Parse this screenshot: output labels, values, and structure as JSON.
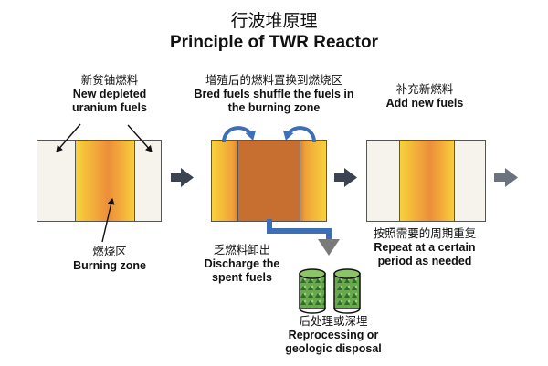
{
  "title": {
    "zh": "行波堆原理",
    "en": "Principle of TWR Reactor"
  },
  "steps": [
    {
      "zh": "新贫铀燃料",
      "en_lines": [
        "New depleted",
        "uranium fuels"
      ]
    },
    {
      "zh": "燃烧区",
      "en_lines": [
        "Burning zone"
      ]
    },
    {
      "zh": "增殖后的燃料置换到燃烧区",
      "en_lines": [
        "Bred fuels shuffle the fuels in",
        "the burning zone"
      ]
    },
    {
      "zh": "乏燃料卸出",
      "en_lines": [
        "Discharge the",
        "spent fuels"
      ]
    },
    {
      "zh": "后处理或深埋",
      "en_lines": [
        "Reprocessing or",
        "geologic disposal"
      ]
    },
    {
      "zh": "补充新燃料",
      "en_lines": [
        "Add new fuels"
      ]
    },
    {
      "zh": "按照需要的周期重复",
      "en_lines": [
        "Repeat at a certain",
        "period as needed"
      ]
    }
  ],
  "colors": {
    "arrow_dark": "#3b4252",
    "arrow_blue": "#3d6fb6",
    "arrow_grey": "#7a7a7a",
    "spent_fuel_green": "#6aa84f"
  }
}
